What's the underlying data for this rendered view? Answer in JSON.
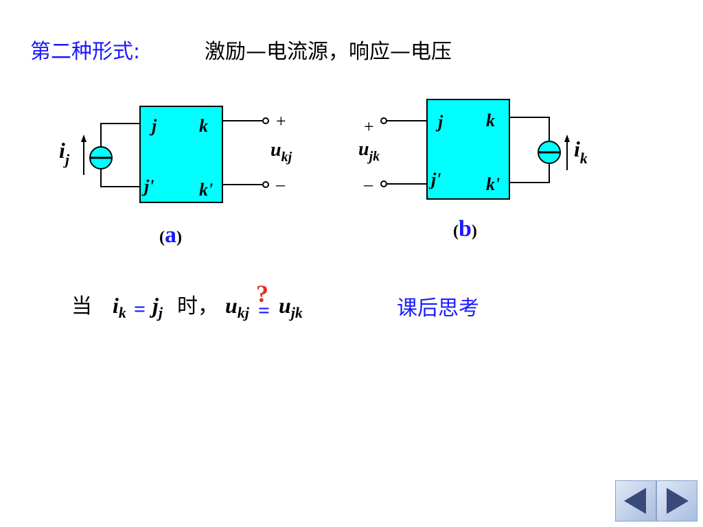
{
  "title": {
    "label": "第二种形式:",
    "text": "激励—电流源，响应—电压"
  },
  "fig_a": {
    "caption_open": "(",
    "caption": "a",
    "caption_close": ")",
    "node_j": "j",
    "node_k": "k",
    "node_jp": "j'",
    "node_kp": "k'",
    "plus": "+",
    "minus": "–",
    "volt_main": "u",
    "volt_sub": "kj",
    "src_main": "i",
    "src_sub": "j"
  },
  "fig_b": {
    "caption_open": "(",
    "caption": "b",
    "caption_close": ")",
    "node_j": "j",
    "node_k": "k",
    "node_jp": "j'",
    "node_kp": "k'",
    "plus": "+",
    "minus": "–",
    "volt_main": "u",
    "volt_sub": "jk",
    "src_main": "i",
    "src_sub": "k"
  },
  "question": {
    "dang": "当",
    "i": "i",
    "i_sub": "k",
    "eq": "=",
    "j": "j",
    "j_sub": "j",
    "shi": "时，",
    "u1": "u",
    "u1_sub": "kj",
    "eq2": "=",
    "qmark": "?",
    "u2": "u",
    "u2_sub": "jk"
  },
  "think": "课后思考",
  "colors": {
    "box": "#00ffff",
    "blue": "#1a1aff",
    "red": "#e03020"
  },
  "nav": {
    "prev": "prev-arrow-icon",
    "next": "next-arrow-icon"
  }
}
